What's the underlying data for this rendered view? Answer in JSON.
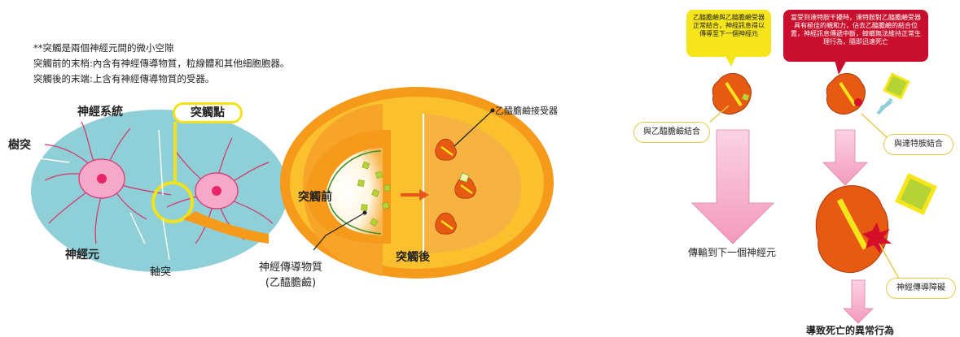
{
  "note": {
    "line1": "**突觸是兩個神經元間的微小空隙",
    "line2": "突觸前的末梢:內含有神經傳導物質，粒線體和其他細胞胞器。",
    "line3": "突觸後的末端:上含有神經傳導物質的受器。"
  },
  "left_diagram": {
    "nervous_system": "神經系統",
    "synapse_point": "突觸點",
    "dendrite": "樹突",
    "neuron": "神經元",
    "axon": "軸突",
    "presynaptic": "突觸前",
    "postsynaptic": "突觸後",
    "receptor": "乙醯膽鹼接受器",
    "transmitter_line1": "神經傳導物質",
    "transmitter_line2": "(乙醯膽鹼)"
  },
  "right_diagram": {
    "normal_callout": "乙醯膽鹼與乙醯膽鹼受器正常結合，神經訊息得以傳導至下一個神經元",
    "toxin_callout": "當受到達特胺干擾時，達特胺對乙醯膽鹼受器具有極佳的親和力，佔去乙醯膽鹼的結合位置，神經訊息傳遞中斷，蟑螂無法維持正常生理行為，隨即迅速死亡",
    "bind_ach": "與乙醯膽鹼結合",
    "bind_dinotefuran": "與達特胺結合",
    "transmit_next": "傳輸到下一個神經元",
    "conduction_block": "神經傳導障礙",
    "death": "導致死亡的異常行為"
  },
  "colors": {
    "cell_bg": "#8fcfd8",
    "neuron_pink": "#f6a8c8",
    "orange": "#f59a1a",
    "yellow": "#f5e51a",
    "red": "#c8102e",
    "arrow_pink": "#f7a8c4",
    "receptor": "#e65a12"
  }
}
